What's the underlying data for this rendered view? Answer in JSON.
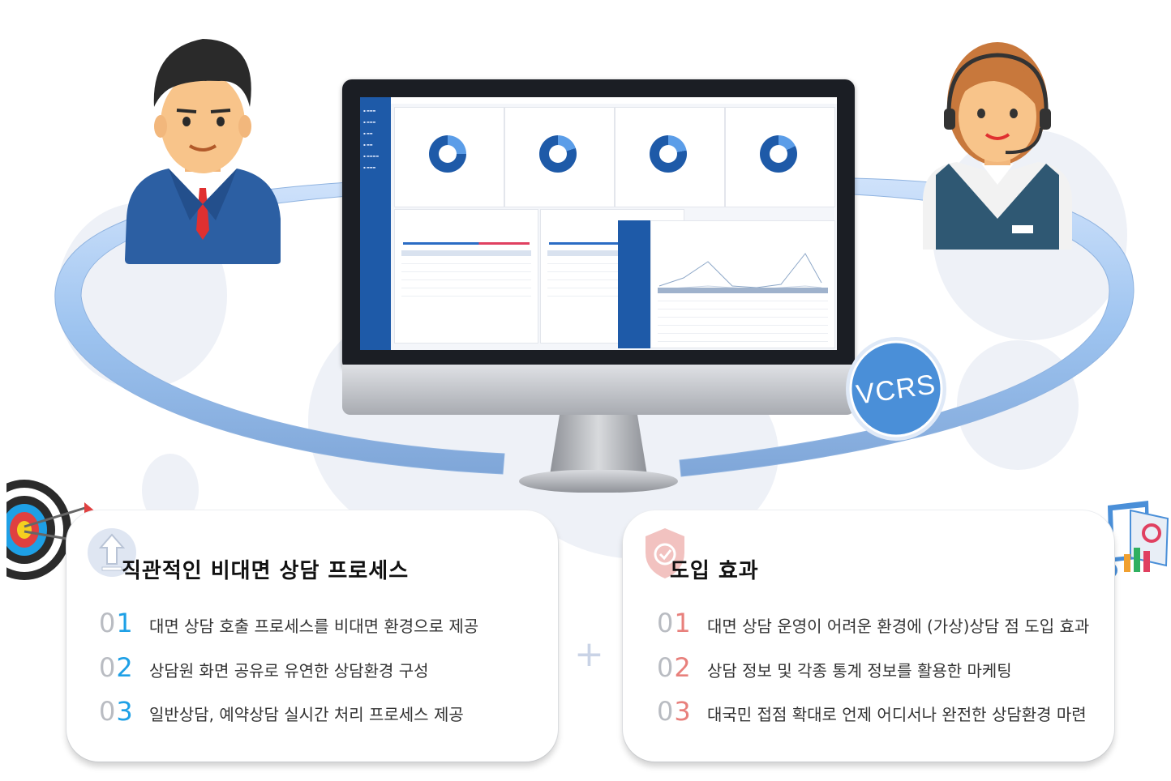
{
  "badge": {
    "label": "VCRS"
  },
  "left_card": {
    "title": "직관적인 비대면 상담 프로세스",
    "items": [
      {
        "no_a": "0",
        "no_b": "1",
        "text": "대면 상담 호출 프로세스를 비대면 환경으로 제공"
      },
      {
        "no_a": "0",
        "no_b": "2",
        "text": "상담원 화면 공유로 유연한 상담환경 구성"
      },
      {
        "no_a": "0",
        "no_b": "3",
        "text": "일반상담, 예약상담 실시간 처리 프로세스 제공"
      }
    ]
  },
  "right_card": {
    "title": "도입 효과",
    "items": [
      {
        "no_a": "0",
        "no_b": "1",
        "text": "대면 상담 운영이 어려운 환경에 (가상)상담 점 도입 효과"
      },
      {
        "no_a": "0",
        "no_b": "2",
        "text": "상담 정보 및 각종 통계 정보를 활용한 마케팅"
      },
      {
        "no_a": "0",
        "no_b": "3",
        "text": "대국민 접점 확대로 언제 어디서나 완전한 상담환경 마련"
      }
    ]
  },
  "plus_sign": "+",
  "colors": {
    "left_accent": "#1ea0e6",
    "right_accent": "#e8807c",
    "orbit": "#9ec4f0",
    "badge": "#4a90d9"
  },
  "icons": [
    "target-icon",
    "upload-arrow-icon",
    "shield-check-icon",
    "stats-board-icon"
  ]
}
